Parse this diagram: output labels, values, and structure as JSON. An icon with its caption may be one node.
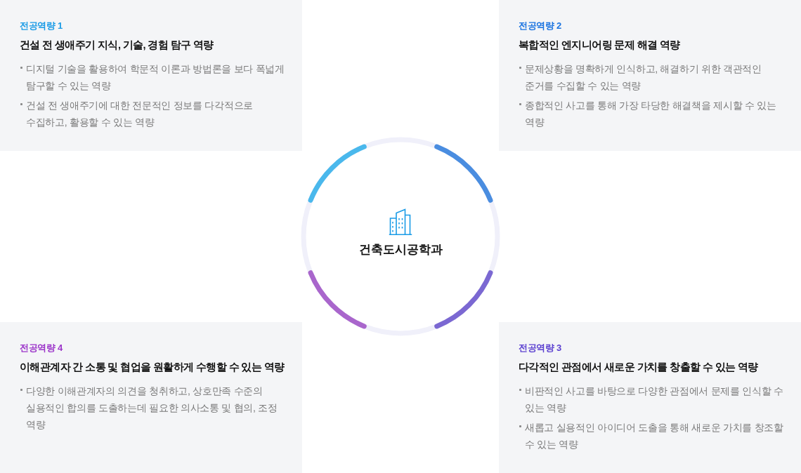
{
  "diagram": {
    "nodes": [
      {
        "text": [
          "전공역량 1",
          "건설 전 생애주기 지식, 기술, 경험 탐구 역량",
          "디지털 기술을 활용하여 학문적 이론과 방법론을 보다 폭넓게 탐구할 수 있는 역량",
          "건설 전 생애주기에 대한 전문적인 정보를 다각적으로 수집하고, 활용할 수 있는 역량"
        ]
      },
      {
        "text": [
          "전공역량 2",
          "복합적인 엔지니어링 문제 해결 역량",
          "문제상황을 명확하게 인식하고, 해결하기 위한 객관적인 준거를 수집할 수 있는 역량",
          "종합적인 사고를 통해 가장 타당한 해결책을 제시할 수 있는 역량"
        ]
      },
      {
        "text": [
          "건축도시공학과"
        ]
      },
      {
        "text": [
          "전공역량 4",
          "이해관계자 간 소통 및 협업을 원활하게 수행할 수 있는 역량",
          "다양한 이해관계자의 의견을 청취하고, 상호만족 수준의 실용적인 합의를 도출하는데 필요한 의사소통 및 협의, 조정 역량"
        ]
      },
      {
        "text": [
          "전공역량 3",
          "다각적인 관점에서 새로운 가치를 창출할 수 있는 역량",
          "비판적인 사고를 바탕으로 다양한 관점에서 문제를 인식할 수 있는 역량",
          "새롭고 실용적인 아이디어 도출을 통해 새로운 가치를 창조할 수 있는 역량"
        ]
      }
    ]
  }
}
